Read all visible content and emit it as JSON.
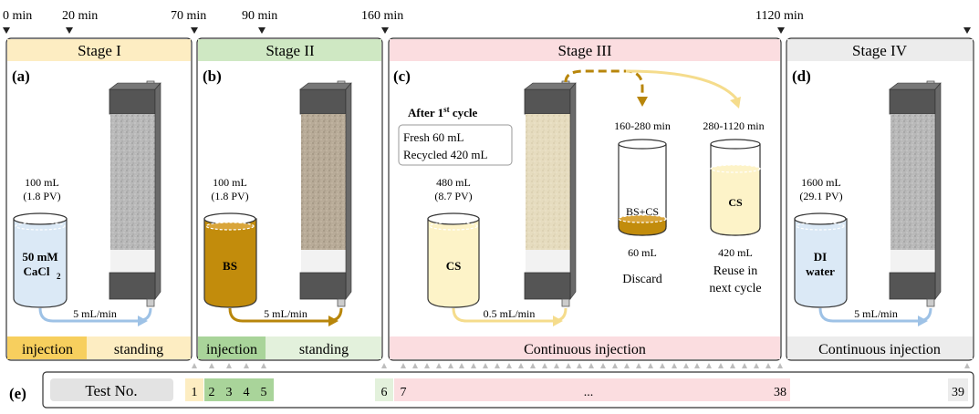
{
  "timeline": {
    "labels": [
      "0 min",
      "20 min",
      "70 min",
      "90 min",
      "160 min",
      "1120 min"
    ]
  },
  "panels": {
    "a": {
      "stage": "Stage I",
      "letter": "(a)",
      "bottle_volume": "100 mL",
      "bottle_pv": "(1.8 PV)",
      "liquid_line1": "50 mM",
      "liquid_line2": "CaCl",
      "liquid_sub": "2",
      "flow": "5 mL/min",
      "footer_left": "injection",
      "footer_right": "standing"
    },
    "b": {
      "stage": "Stage II",
      "letter": "(b)",
      "bottle_volume": "100 mL",
      "bottle_pv": "(1.8 PV)",
      "liquid": "BS",
      "flow": "5 mL/min",
      "footer_left": "injection",
      "footer_right": "standing"
    },
    "c": {
      "stage": "Stage III",
      "letter": "(c)",
      "cycle_title": "After 1",
      "cycle_sup": "st",
      "cycle_title_end": " cycle",
      "cycle_line1": "Fresh 60 mL",
      "cycle_line2": "Recycled 420 mL",
      "bottle_volume": "480 mL",
      "bottle_pv": "(8.7 PV)",
      "liquid": "CS",
      "flow": "0.5 mL/min",
      "out1_time": "160-280 min",
      "out1_liquid": "BS+CS",
      "out1_volume": "60 mL",
      "out1_action": "Discard",
      "out2_time": "280-1120 min",
      "out2_liquid": "CS",
      "out2_volume": "420 mL",
      "out2_action_line1": "Reuse in",
      "out2_action_line2": "next cycle",
      "footer": "Continuous injection"
    },
    "d": {
      "stage": "Stage IV",
      "letter": "(d)",
      "bottle_volume": "1600 mL",
      "bottle_pv": "(29.1 PV)",
      "liquid_line1": "DI",
      "liquid_line2": "water",
      "flow": "5 mL/min",
      "footer": "Continuous injection"
    }
  },
  "tests": {
    "letter": "(e)",
    "label": "Test No.",
    "t1": "1",
    "t2": "2",
    "t3": "3",
    "t4": "4",
    "t5": "5",
    "t6": "6",
    "t7": "7",
    "ellipsis": "...",
    "t38": "38",
    "t39": "39"
  },
  "colors": {
    "stage1": "#fdedc2",
    "stage2": "#cfe8c3",
    "stage3": "#fbdde0",
    "stage4": "#ececec",
    "cacl2": "#dbe9f6",
    "bs": "#c28c0c",
    "cs": "#fdf3c8",
    "di": "#dbe9f6",
    "flow_blue": "#9ec2e6",
    "flow_gold": "#b8860b",
    "flow_yellow": "#f5dc8c"
  }
}
